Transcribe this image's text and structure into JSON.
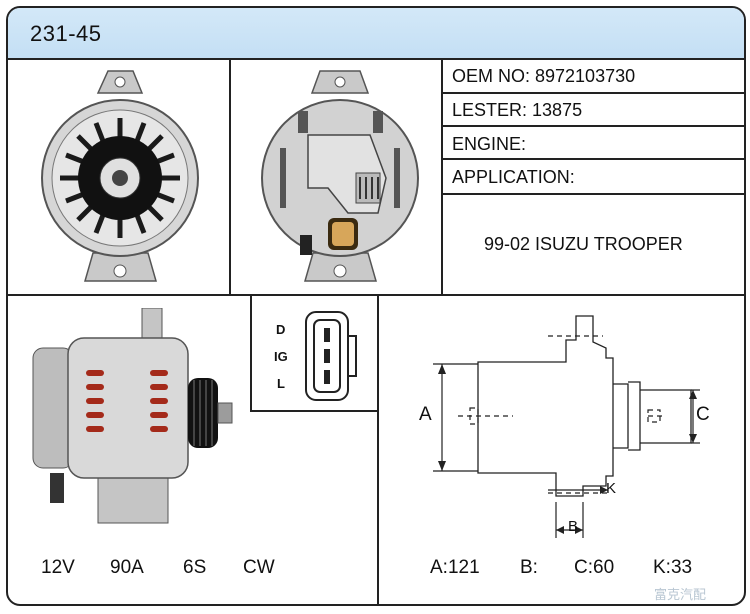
{
  "header": {
    "part_number": "231-45"
  },
  "info": {
    "oem": "OEM NO: 8972103730",
    "lester": "LESTER: 13875",
    "engine": "ENGINE:",
    "application_label": "APPLICATION:",
    "application_value": "99-02 ISUZU TROOPER"
  },
  "connector": {
    "pins": [
      "D",
      "IG",
      "L"
    ]
  },
  "specs_left": [
    "12V",
    "90A",
    "6S",
    "CW"
  ],
  "specs_right": [
    "A:121",
    "B:",
    "C:60",
    "K:33"
  ],
  "dimension_labels": {
    "a": "A",
    "b": "B",
    "c": "C",
    "k": "K"
  },
  "watermark": "富克汽配"
}
